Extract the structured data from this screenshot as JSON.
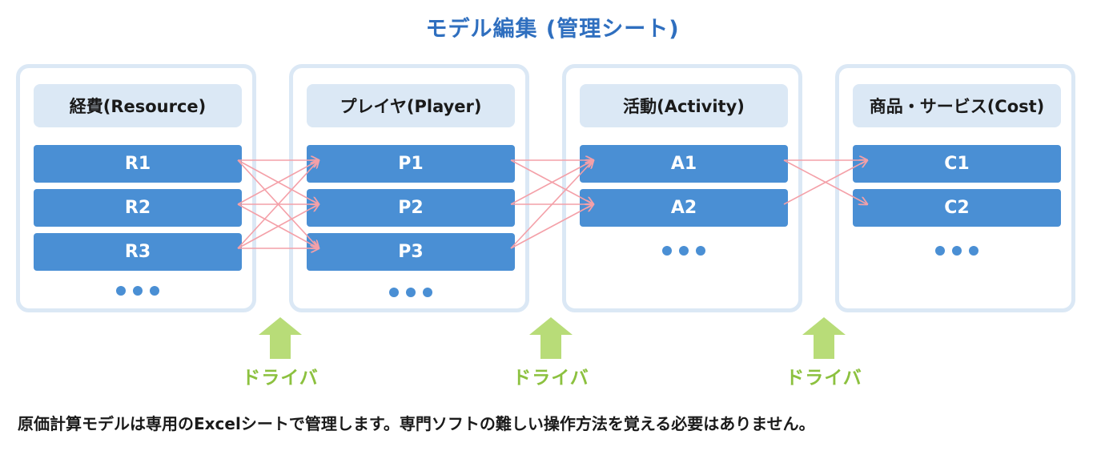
{
  "title": "モデル編集 (管理シート)",
  "panels": [
    {
      "header": "経費(Resource)",
      "items": [
        "R1",
        "R2",
        "R3"
      ]
    },
    {
      "header": "プレイヤ(Player)",
      "items": [
        "P1",
        "P2",
        "P3"
      ]
    },
    {
      "header": "活動(Activity)",
      "items": [
        "A1",
        "A2"
      ]
    },
    {
      "header": "商品・サービス(Cost)",
      "items": [
        "C1",
        "C2"
      ]
    }
  ],
  "drivers": [
    "ドライバ",
    "ドライバ",
    "ドライバ"
  ],
  "footer": "原価計算モデルは専用のExcelシートで管理します。専門ソフトの難しい操作方法を覚える必要はありません。",
  "colors": {
    "title": "#2f6fbf",
    "panel_border": "#dbe8f5",
    "item": "#4a8fd4",
    "connector": "#f4a0a8",
    "driver": "#8cc13f"
  }
}
